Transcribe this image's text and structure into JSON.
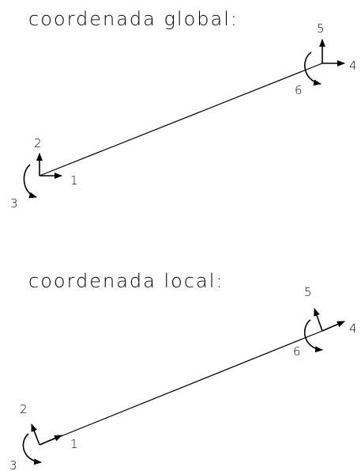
{
  "panels": [
    {
      "title": "coordenada global:",
      "labels": {
        "n1": "1",
        "n2": "2",
        "n3": "3",
        "n4": "4",
        "n5": "5",
        "n6": "6"
      }
    },
    {
      "title": "coordenada local:",
      "labels": {
        "n1": "1",
        "n2": "2",
        "n3": "3",
        "n4": "4",
        "n5": "5",
        "n6": "6"
      }
    }
  ]
}
